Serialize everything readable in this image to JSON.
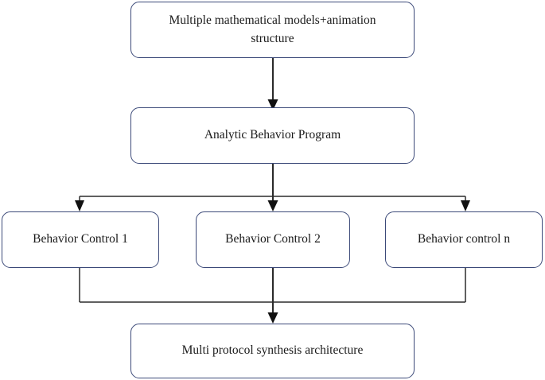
{
  "diagram": {
    "title_text": "Multiple mathematical models+animation structure",
    "accent_color": "#3c4a79",
    "line_color": "#2b2b2b",
    "background_color": "#ffffff",
    "nodes": [
      {
        "id": "models",
        "label": "Multiple mathematical models+animation\nstructure"
      },
      {
        "id": "analytic",
        "label": "Analytic Behavior Program"
      },
      {
        "id": "control1",
        "label": "Behavior Control 1"
      },
      {
        "id": "control2",
        "label": "Behavior Control 2"
      },
      {
        "id": "controln",
        "label": "Behavior control n"
      },
      {
        "id": "synth",
        "label": "Multi protocol synthesis architecture"
      }
    ],
    "edges": [
      {
        "from": "models",
        "to": "analytic",
        "arrow": "down"
      },
      {
        "from": "analytic",
        "to": "control1",
        "arrow": "down"
      },
      {
        "from": "analytic",
        "to": "control2",
        "arrow": "down"
      },
      {
        "from": "analytic",
        "to": "controln",
        "arrow": "down"
      },
      {
        "from": "control1",
        "to": "synth",
        "arrow": "down"
      },
      {
        "from": "control2",
        "to": "synth",
        "arrow": "down"
      },
      {
        "from": "controln",
        "to": "synth",
        "arrow": "down"
      }
    ]
  }
}
